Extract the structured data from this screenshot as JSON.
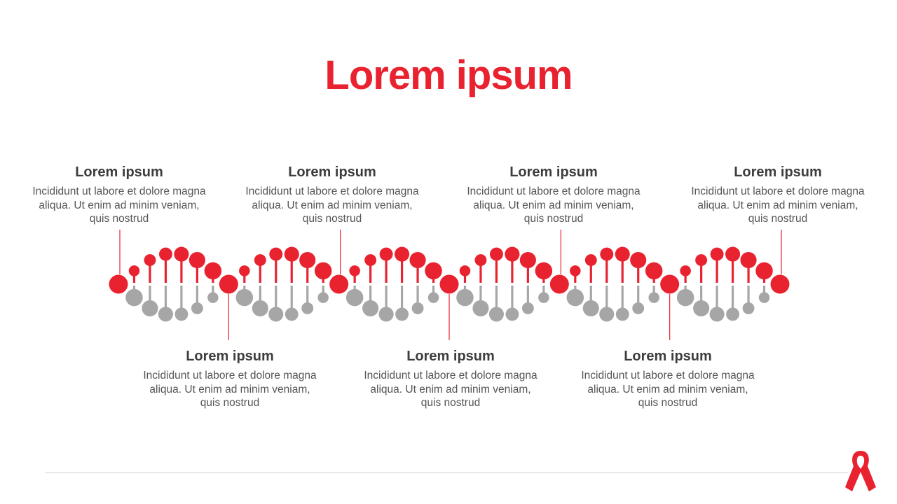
{
  "title": "Lorem ipsum",
  "colors": {
    "accent": "#e8222e",
    "neutral": "#a6a6a6",
    "heading": "#3d3d3d",
    "body": "#555555",
    "connector": "#e8222e",
    "rule": "#d0d0d0"
  },
  "steps": [
    {
      "heading": "Lorem ipsum",
      "text": "Incididunt ut labore et dolore magna aliqua. Ut enim ad minim veniam, quis nostrud",
      "position": "top"
    },
    {
      "heading": "Lorem ipsum",
      "text": "Incididunt ut labore et dolore magna aliqua. Ut enim ad minim veniam, quis nostrud",
      "position": "bottom"
    },
    {
      "heading": "Lorem ipsum",
      "text": "Incididunt ut labore et dolore magna aliqua. Ut enim ad minim veniam, quis nostrud",
      "position": "top"
    },
    {
      "heading": "Lorem ipsum",
      "text": "Incididunt ut labore et dolore magna aliqua. Ut enim ad minim veniam, quis nostrud",
      "position": "bottom"
    },
    {
      "heading": "Lorem ipsum",
      "text": "Incididunt ut labore et dolore magna aliqua. Ut enim ad minim veniam, quis nostrud",
      "position": "top"
    },
    {
      "heading": "Lorem ipsum",
      "text": "Incididunt ut labore et dolore magna aliqua. Ut enim ad minim veniam, quis nostrud",
      "position": "bottom"
    },
    {
      "heading": "Lorem ipsum",
      "text": "Incididunt ut labore et dolore magna aliqua. Ut enim ad minim veniam, quis nostrud",
      "position": "top"
    }
  ],
  "icons": {
    "footer": "red-ribbon-icon"
  }
}
